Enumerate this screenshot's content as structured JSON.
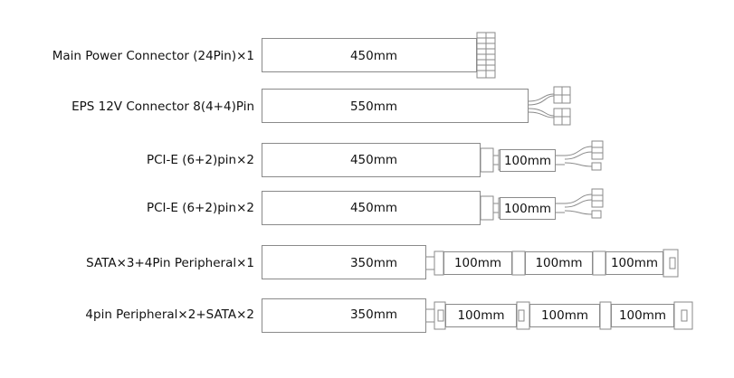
{
  "cables": [
    {
      "label": "Main Power Connector (24Pin)×1",
      "length": "450mm",
      "segments": []
    },
    {
      "label": "EPS 12V Connector 8(4+4)Pin",
      "length": "550mm",
      "segments": []
    },
    {
      "label": "PCI-E (6+2)pin×2",
      "length": "450mm",
      "segments": [
        "100mm"
      ]
    },
    {
      "label": "PCI-E (6+2)pin×2",
      "length": "450mm",
      "segments": [
        "100mm"
      ]
    },
    {
      "label": "SATA×3+4Pin Peripheral×1",
      "length": "350mm",
      "segments": [
        "100mm",
        "100mm",
        "100mm"
      ]
    },
    {
      "label": "4pin Peripheral×2+SATA×2",
      "length": "350mm",
      "segments": [
        "100mm",
        "100mm",
        "100mm"
      ]
    }
  ]
}
